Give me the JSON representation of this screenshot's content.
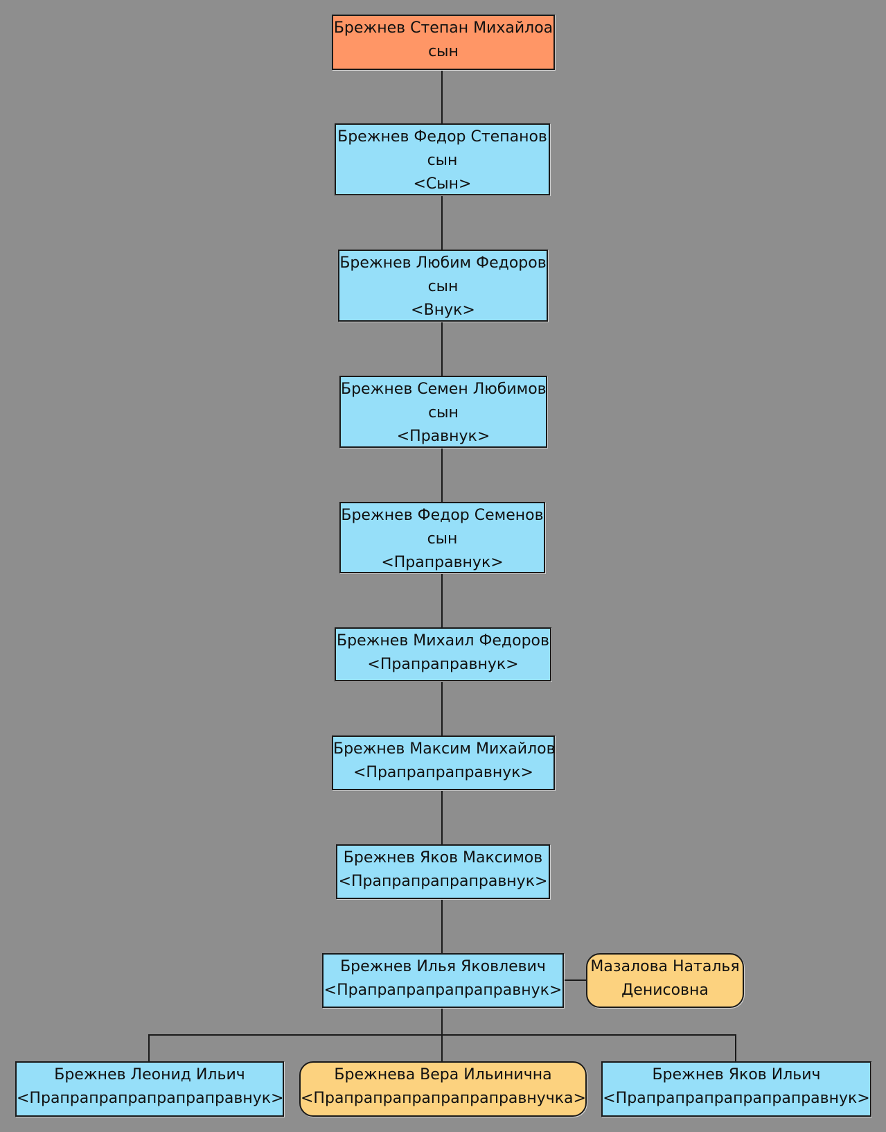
{
  "colors": {
    "background": "#8e8e8e",
    "root_fill": "#ff9666",
    "male_fill": "#96dff9",
    "female_fill": "#fcd27f",
    "line": "#1a1a1a"
  },
  "nodes": {
    "stepan": {
      "name": "Брежнев Степан Михайлоа",
      "note": "сын"
    },
    "fedor_s": {
      "name": "Брежнев Федор Степанов",
      "note": "сын",
      "relation": "<Сын>"
    },
    "lyubim": {
      "name": "Брежнев Любим Федоров",
      "note": "сын",
      "relation": "<Внук>"
    },
    "semen": {
      "name": "Брежнев Семен Любимов",
      "note": "сын",
      "relation": "<Правнук>"
    },
    "fedor_sem": {
      "name": "Брежнев Федор Семенов",
      "note": "сын",
      "relation": "<Праправнук>"
    },
    "mikhail": {
      "name": "Брежнев Михаил Федоров",
      "relation": "<Прапраправнук>"
    },
    "maksim": {
      "name": "Брежнев Максим Михайлов",
      "relation": "<Прапрапраправнук>"
    },
    "yakov": {
      "name": "Брежнев Яков Максимов",
      "relation": "<Прапрапрапраправнук>"
    },
    "ilya": {
      "name": "Брежнев Илья Яковлевич",
      "relation": "<Прапрапрапрапраправнук>"
    },
    "natalya": {
      "name_line1": "Мазалова Наталья",
      "name_line2": "Денисовна"
    },
    "leonid": {
      "name": "Брежнев Леонид Ильич",
      "relation": "<Прапрапрапрапрапраправнук>"
    },
    "vera": {
      "name": "Брежнева Вера Ильинична",
      "relation": "<Прапрапрапрапрапраправнучка>"
    },
    "yakov_i": {
      "name": "Брежнев Яков Ильич",
      "relation": "<Прапрапрапрапрапраправнук>"
    }
  }
}
